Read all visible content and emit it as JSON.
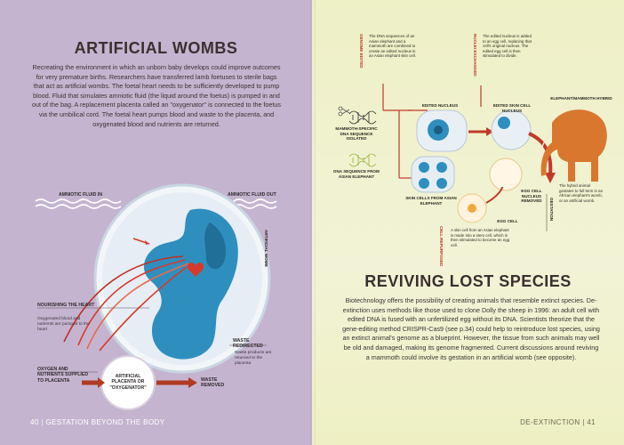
{
  "left_page": {
    "title": "ARTIFICIAL WOMBS",
    "body": "Recreating the environment in which an unborn baby develops could improve outcomes for very premature births. Researchers have transferred lamb foetuses to sterile bags that act as artificial wombs. The foetal heart needs to be sufficiently developed to pump blood. Fluid that simulates amniotic fluid (the liquid around the foetus) is pumped in and out of the bag. A replacement placenta called an \"oxygenator\" is connected to the foetus via the umbilical cord. The foetal heart pumps blood and waste to the placenta, and oxygenated blood and nutrients are returned.",
    "diagram": {
      "amniotic_in": "AMNIOTIC FLUID IN",
      "amniotic_out": "AMNIOTIC FLUID OUT",
      "artificial_womb": "ARTIFICIAL WOMB",
      "nourishing_title": "NOURISHING THE HEART",
      "nourishing_desc": "Oxygenated blood and nutrients are pumped to the heart",
      "oxygen_label": "OXYGEN AND NUTRIENTS SUPPLIED TO PLACENTA",
      "placenta_label": "ARTIFICIAL PLACENTA OR \"OXYGENATOR\"",
      "waste_redirected_title": "WASTE REDIRECTED",
      "waste_redirected_desc": "Waste products are returned to the placenta",
      "waste_removed": "WASTE REMOVED"
    },
    "folio_number": "40",
    "folio_text": "GESTATION BEYOND THE BODY"
  },
  "right_page": {
    "title": "REVIVING LOST SPECIES",
    "body": "Biotechnology offers the possibility of creating animals that resemble extinct species. De-extinction uses methods like those used to clone Dolly the sheep in 1996: an adult cell with edited DNA is fused with an unfertilized egg without its DNA. Scientists theorize that the gene-editing method CRISPR-Cas9 (see p.34) could help to reintroduce lost species, using an extinct animal's genome as a blueprint. However, the tissue from such animals may well be old and damaged, making its genome fragmented. Current discussions around reviving a mammoth could involve its gestation in an artificial womb (see opposite).",
    "diagram": {
      "genome_edited": "GENOME EDITED",
      "genome_edited_desc": "The DNA sequences of an Asian elephant and a mammoth are combined to create an edited nucleus in an Asian elephant skin cell.",
      "nuclei_exchanged": "NUCLEI EXCHANGED",
      "nuclei_exchanged_desc": "The edited nucleus is added to an egg cell, replacing that cell's original nucleus. The edited egg cell is then stimulated to divide.",
      "mammoth_dna": "MAMMOTH-SPECIFIC DNA SEQUENCE ISOLATED",
      "elephant_dna": "DNA SEQUENCE FROM ASIAN ELEPHANT",
      "edited_nucleus": "EDITED NUCLEUS",
      "edited_skin_nucleus": "EDITED SKIN CELL NUCLEUS",
      "hybrid": "ELEPHANT/MAMMOTH HYBRID",
      "skin_cells": "SKIN CELLS FROM ASIAN ELEPHANT",
      "egg_nucleus_removed": "EGG CELL NUCLEUS REMOVED",
      "egg_cell": "EGG CELL",
      "gestation": "GESTATION",
      "gestation_desc": "The hybrid animal gestates to full term in an African elephant's womb, or an artificial womb.",
      "cell_repurposed": "CELL REPURPOSED",
      "cell_repurposed_desc": "A skin cell from an Asian elephant is made into a stem cell, which is then stimulated to become an egg cell."
    },
    "folio_text": "DE-EXTINCTION",
    "folio_number": "41"
  },
  "colors": {
    "left_bg": "#c5b4cf",
    "right_bg": "#eef0c6",
    "foetus_blue": "#2e8fbe",
    "blood_red": "#d63a2a",
    "mammoth_orange": "#d9772f"
  }
}
